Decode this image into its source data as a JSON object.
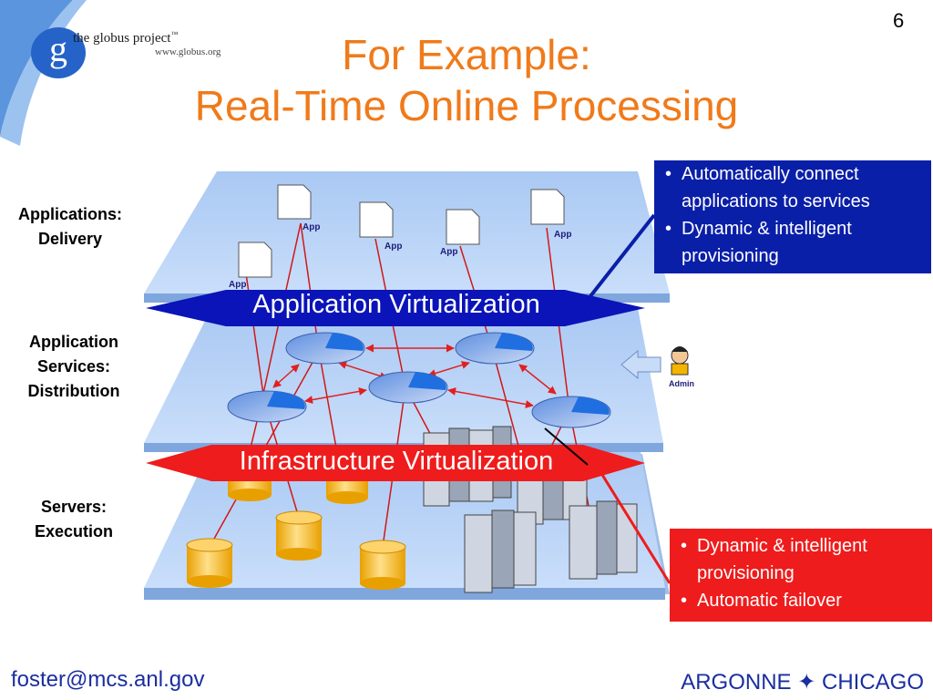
{
  "slide_number": "6",
  "title_line1": "For Example:",
  "title_line2": "Real-Time Online Processing",
  "brand": {
    "name": "the globus project",
    "tm": "™",
    "url": "www.globus.org",
    "logo_letter": "g"
  },
  "layers": {
    "applications": {
      "label_line1": "Applications:",
      "label_line2": "Delivery"
    },
    "services": {
      "label_line1": "Application",
      "label_line2": "Services:",
      "label_line3": "Distribution"
    },
    "servers": {
      "label_line1": "Servers:",
      "label_line2": "Execution"
    }
  },
  "banners": {
    "application": "Application Virtualization",
    "infrastructure": "Infrastructure Virtualization"
  },
  "app_icon_label": "App",
  "admin_label": "Admin",
  "callout_top": {
    "items": [
      "Automatically connect applications to services",
      "Dynamic & intelligent provisioning"
    ]
  },
  "callout_bottom": {
    "items": [
      "Dynamic & intelligent provisioning",
      "Automatic failover"
    ]
  },
  "footer": {
    "email": "foster@mcs.anl.gov",
    "org": "ARGONNE ✦ CHICAGO"
  },
  "colors": {
    "title": "#f07a1a",
    "blue_callout": "#0a1fa8",
    "red_callout": "#ee1c1c",
    "layer_fill": "#b9d4f7",
    "footer_text": "#1a2ea0"
  },
  "icons": [
    "document-icon",
    "pie-service-icon",
    "server-rack-icon",
    "database-cylinder-icon",
    "admin-person-icon",
    "arrow-left-icon"
  ]
}
